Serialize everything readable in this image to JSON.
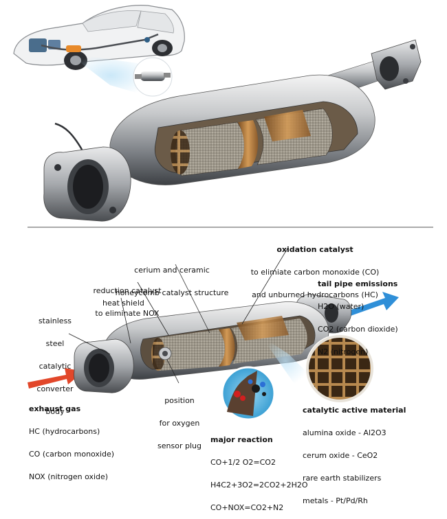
{
  "labels": {
    "oxidation": {
      "title": "oxidation catalyst",
      "line1": "to elimiate carbon monoxide (CO)",
      "line2": "and unburned hydrocarbons (HC)"
    },
    "cerium": {
      "line1": "cerium and ceramic",
      "line2": "honeycomb catalyst structure"
    },
    "reduction": {
      "line1": "reduction catalyst",
      "line2": "to eliminate NOX"
    },
    "heat_shield": "heat shield",
    "stainless": {
      "line1": "stainless",
      "line2": "steel",
      "line3": "catalytic",
      "line4": "converter",
      "line5": "body"
    },
    "tailpipe": {
      "title": "tail pipe emissions",
      "items": [
        "H2O (water)",
        "CO2 (carbon dioxide)",
        "N2 (nitrogen)"
      ]
    },
    "exhaust": {
      "title": "exhaust gas",
      "items": [
        "HC (hydrocarbons)",
        "CO (carbon monoxide)",
        "NOX (nitrogen oxide)"
      ]
    },
    "sensor": {
      "line1": "position",
      "line2": "for oxygen",
      "line3": "sensor plug"
    },
    "catalytic": {
      "title": "catalytic active material",
      "items": [
        "alumina oxide - Al2O3",
        "cerum oxide - CeO2",
        "rare earth stabilizers",
        "metals - Pt/Pd/Rh"
      ]
    },
    "reaction": {
      "title": "major reaction",
      "items": [
        "CO+1/2 O2=CO2",
        "H4C2+3O2=2CO2+2H2O",
        "CO+NOX=CO2+N2"
      ]
    }
  },
  "colors": {
    "inflow_arrow": "#e2472a",
    "outflow_arrow": "#2f8fd8",
    "steel": "#b9bcc0",
    "ceramic": "#a79a7f",
    "catalyst_gold": "#b07d3f"
  },
  "icons": [
    "car-illustration",
    "converter-thumbnail",
    "converter-cutaway",
    "honeycomb-zoom",
    "molecule-zoom"
  ]
}
